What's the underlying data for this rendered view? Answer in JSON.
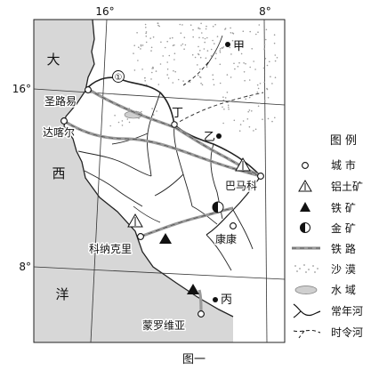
{
  "caption": "图一",
  "grid": {
    "top_left": "16°",
    "top_right": "8°",
    "left_upper": "16°",
    "left_lower": "8°"
  },
  "regions": {
    "ocean_a": "大",
    "ocean_b": "西",
    "ocean_c": "洋"
  },
  "cities": {
    "saint_louis": "圣路易",
    "dakar": "达喀尔",
    "bamako": "巴马科",
    "conakry": "科纳克里",
    "kankan": "康康",
    "monrovia": "蒙罗维亚"
  },
  "markers": {
    "jia": "甲",
    "yi": "乙",
    "bing": "丙",
    "ding": "丁",
    "river_1": "①"
  },
  "legend": {
    "title": "图 例",
    "items": [
      {
        "symbol": "city",
        "label": "城 市"
      },
      {
        "symbol": "bauxite",
        "label": "铝土矿"
      },
      {
        "symbol": "iron",
        "label": "铁 矿"
      },
      {
        "symbol": "gold",
        "label": "金 矿"
      },
      {
        "symbol": "railway",
        "label": "铁 路"
      },
      {
        "symbol": "desert",
        "label": "沙 漠"
      },
      {
        "symbol": "water",
        "label": "水 域"
      },
      {
        "symbol": "perennial-river",
        "label": "常年河"
      },
      {
        "symbol": "seasonal-river",
        "label": "时令河"
      }
    ]
  },
  "colors": {
    "sea": "#d7d7d7",
    "land": "#ffffff",
    "railway": "#9a9a9a",
    "line": "#222222"
  }
}
